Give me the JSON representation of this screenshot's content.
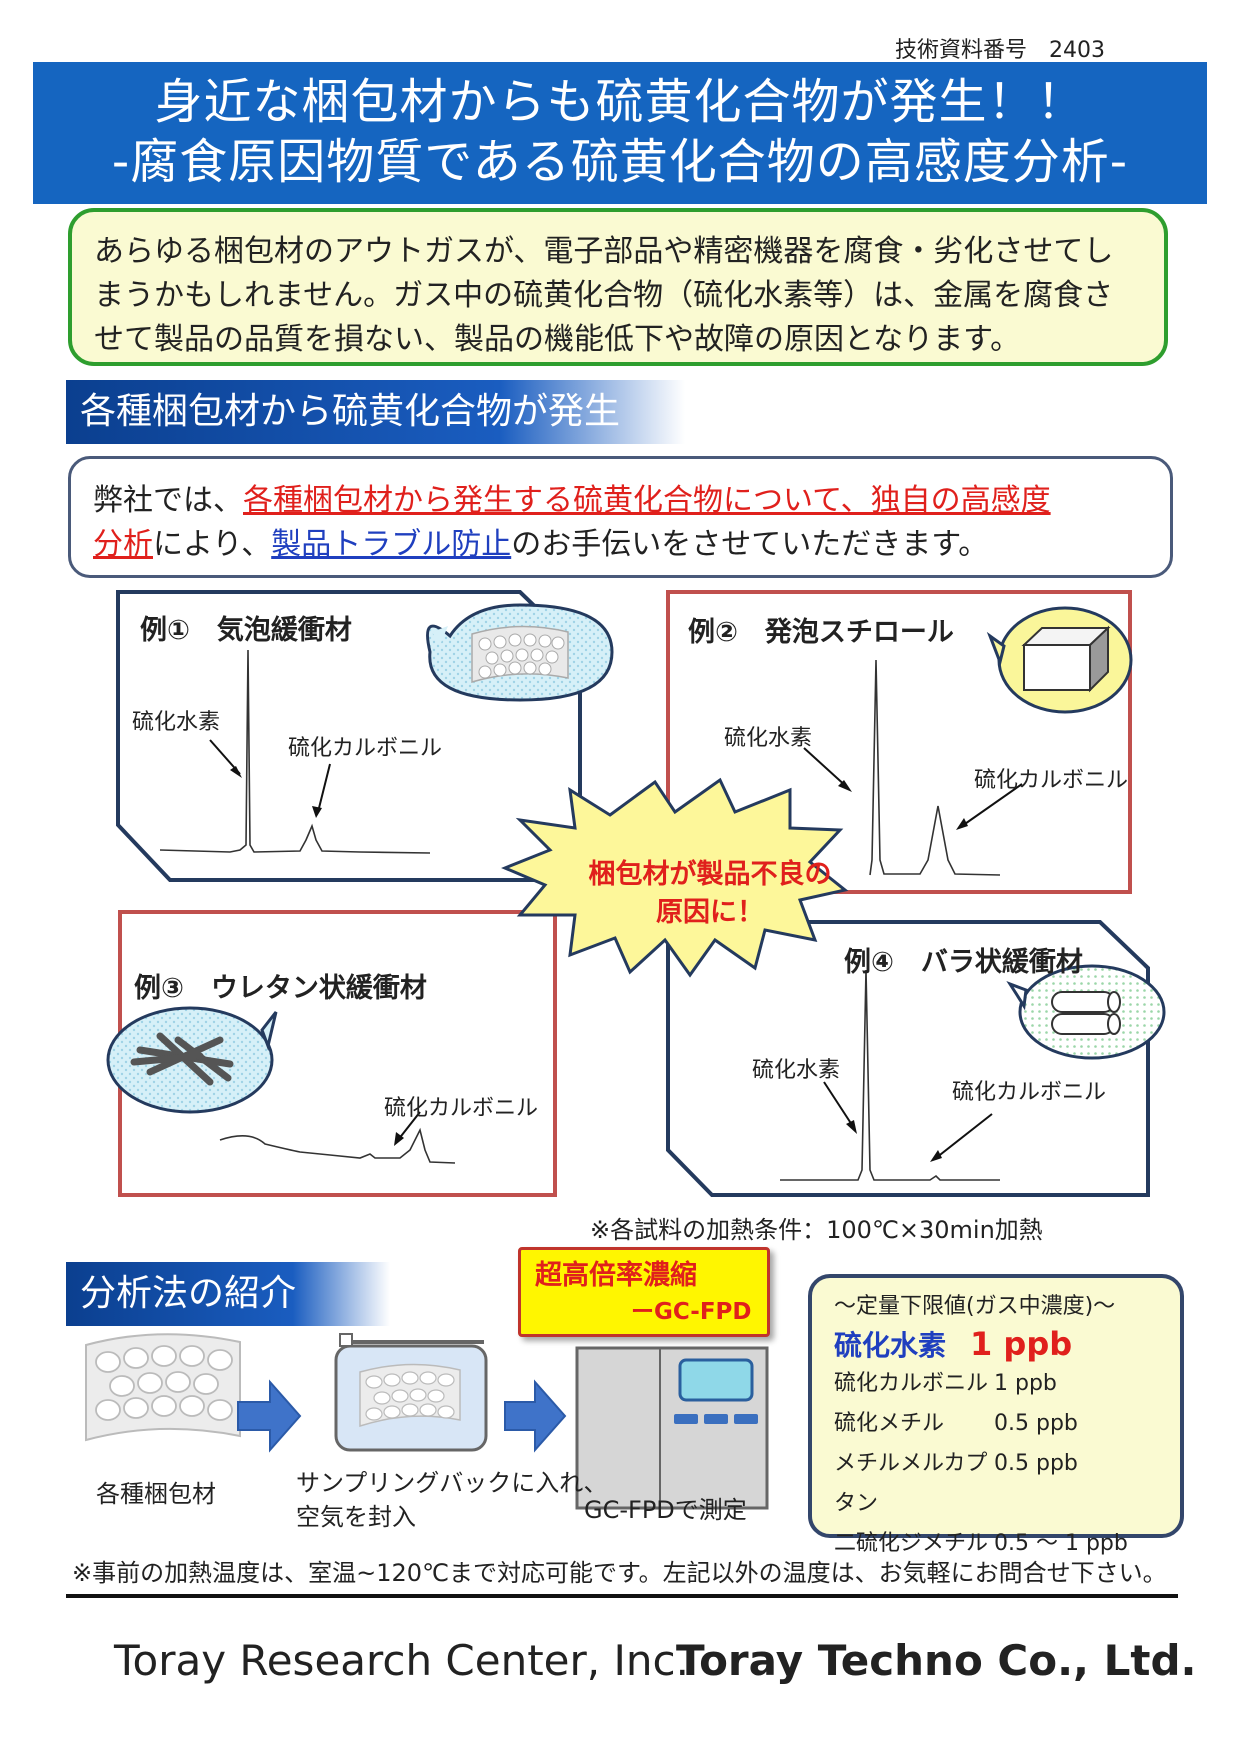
{
  "doc_number": "技術資料番号　2403",
  "title": {
    "line1": "身近な梱包材からも硫黄化合物が発生！！",
    "line2": "-腐食原因物質である硫黄化合物の高感度分析-"
  },
  "intro_text": "あらゆる梱包材のアウトガスが、電子部品や精密機器を腐食・劣化させてしまうかもしれません。ガス中の硫黄化合物（硫化水素等）は、金属を腐食させて製品の品質を損ない、製品の機能低下や故障の原因となります。",
  "section1": "各種梱包材から硫黄化合物が発生",
  "note": {
    "pre": "弊社では、",
    "red1": "各種梱包材から発生する硫黄化合物について、独自の高感度",
    "red2": "分析",
    "mid": "により、",
    "blue": "製品トラブル防止",
    "post": "のお手伝いをさせていただきます。"
  },
  "examples": {
    "ex1": {
      "title": "例①　気泡緩衝材",
      "peak1": "硫化水素",
      "peak2": "硫化カルボニル"
    },
    "ex2": {
      "title": "例②　発泡スチロール",
      "peak1": "硫化水素",
      "peak2": "硫化カルボニル"
    },
    "ex3": {
      "title": "例③　ウレタン状緩衝材",
      "peak2": "硫化カルボニル"
    },
    "ex4": {
      "title": "例④　バラ状緩衝材",
      "peak1": "硫化水素",
      "peak2": "硫化カルボニル"
    }
  },
  "burst": {
    "line1": "梱包材が製品不良の",
    "line2": "原因に！"
  },
  "heat_note": "※各試料の加熱条件：100℃×30min加熱",
  "section2": "分析法の紹介",
  "gc_badge": {
    "line1": "超高倍率濃縮",
    "line2": "ーGC-FPD"
  },
  "flow": {
    "step1": "各種梱包材",
    "step2_l1": "サンプリングバックに入れ、",
    "step2_l2": "空気を封入",
    "step3": "GC-FPDで測定"
  },
  "limits": {
    "header": "～定量下限値(ガス中濃度)～",
    "main_name": "硫化水素",
    "main_value": "1 ppb",
    "rows": [
      {
        "name": "硫化カルボニル",
        "value": "1 ppb"
      },
      {
        "name": "硫化メチル",
        "value": "0.5 ppb"
      },
      {
        "name": "メチルメルカプタン",
        "value": "0.5 ppb"
      },
      {
        "name": "二硫化ジメチル",
        "value": "0.5 ～ 1 ppb"
      }
    ]
  },
  "footnote": "※事前の加熱温度は、室温~120℃まで対応可能です。左記以外の温度は、お気軽にお問合せ下さい。",
  "company1": "Toray Research Center, Inc.",
  "company2": "Toray Techno Co., Ltd.",
  "colors": {
    "title_bar": "#1565c0",
    "accent_red": "#e0201c",
    "accent_blue": "#1f3fbf",
    "intro_border": "#2e9e2e",
    "panel_red": "#c0504d",
    "panel_navy": "#243a5e"
  }
}
